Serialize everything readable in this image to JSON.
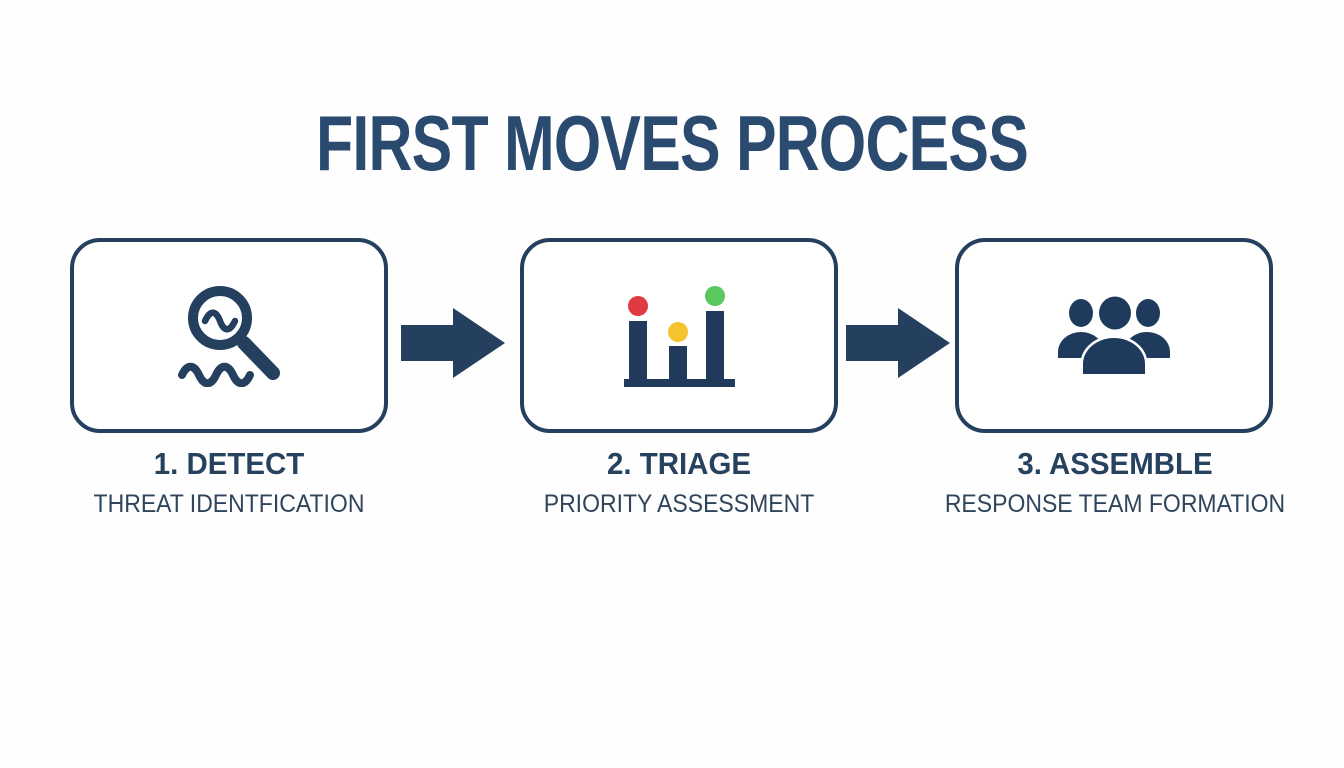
{
  "title": "FIRST MOVES PROCESS",
  "colors": {
    "navy": "#24405e",
    "title_navy": "#2b4a70",
    "step_title_navy": "#27425f",
    "subtitle_navy": "#30455c",
    "dot_red": "#e03a43",
    "dot_yellow": "#f5c32e",
    "dot_green": "#5bc75f",
    "background": "#fefefe",
    "card_fill": "#ffffff"
  },
  "steps": [
    {
      "label": "1. DETECT",
      "subtitle": "THREAT IDENTFICATION",
      "icon": "magnifier-wave-icon"
    },
    {
      "label": "2. TRIAGE",
      "subtitle": "PRIORITY ASSESSMENT",
      "icon": "bar-chart-status-icon"
    },
    {
      "label": "3. ASSEMBLE",
      "subtitle": "RESPONSE TEAM FORMATION",
      "icon": "team-icon"
    }
  ],
  "arrows": [
    "right-arrow",
    "right-arrow"
  ]
}
